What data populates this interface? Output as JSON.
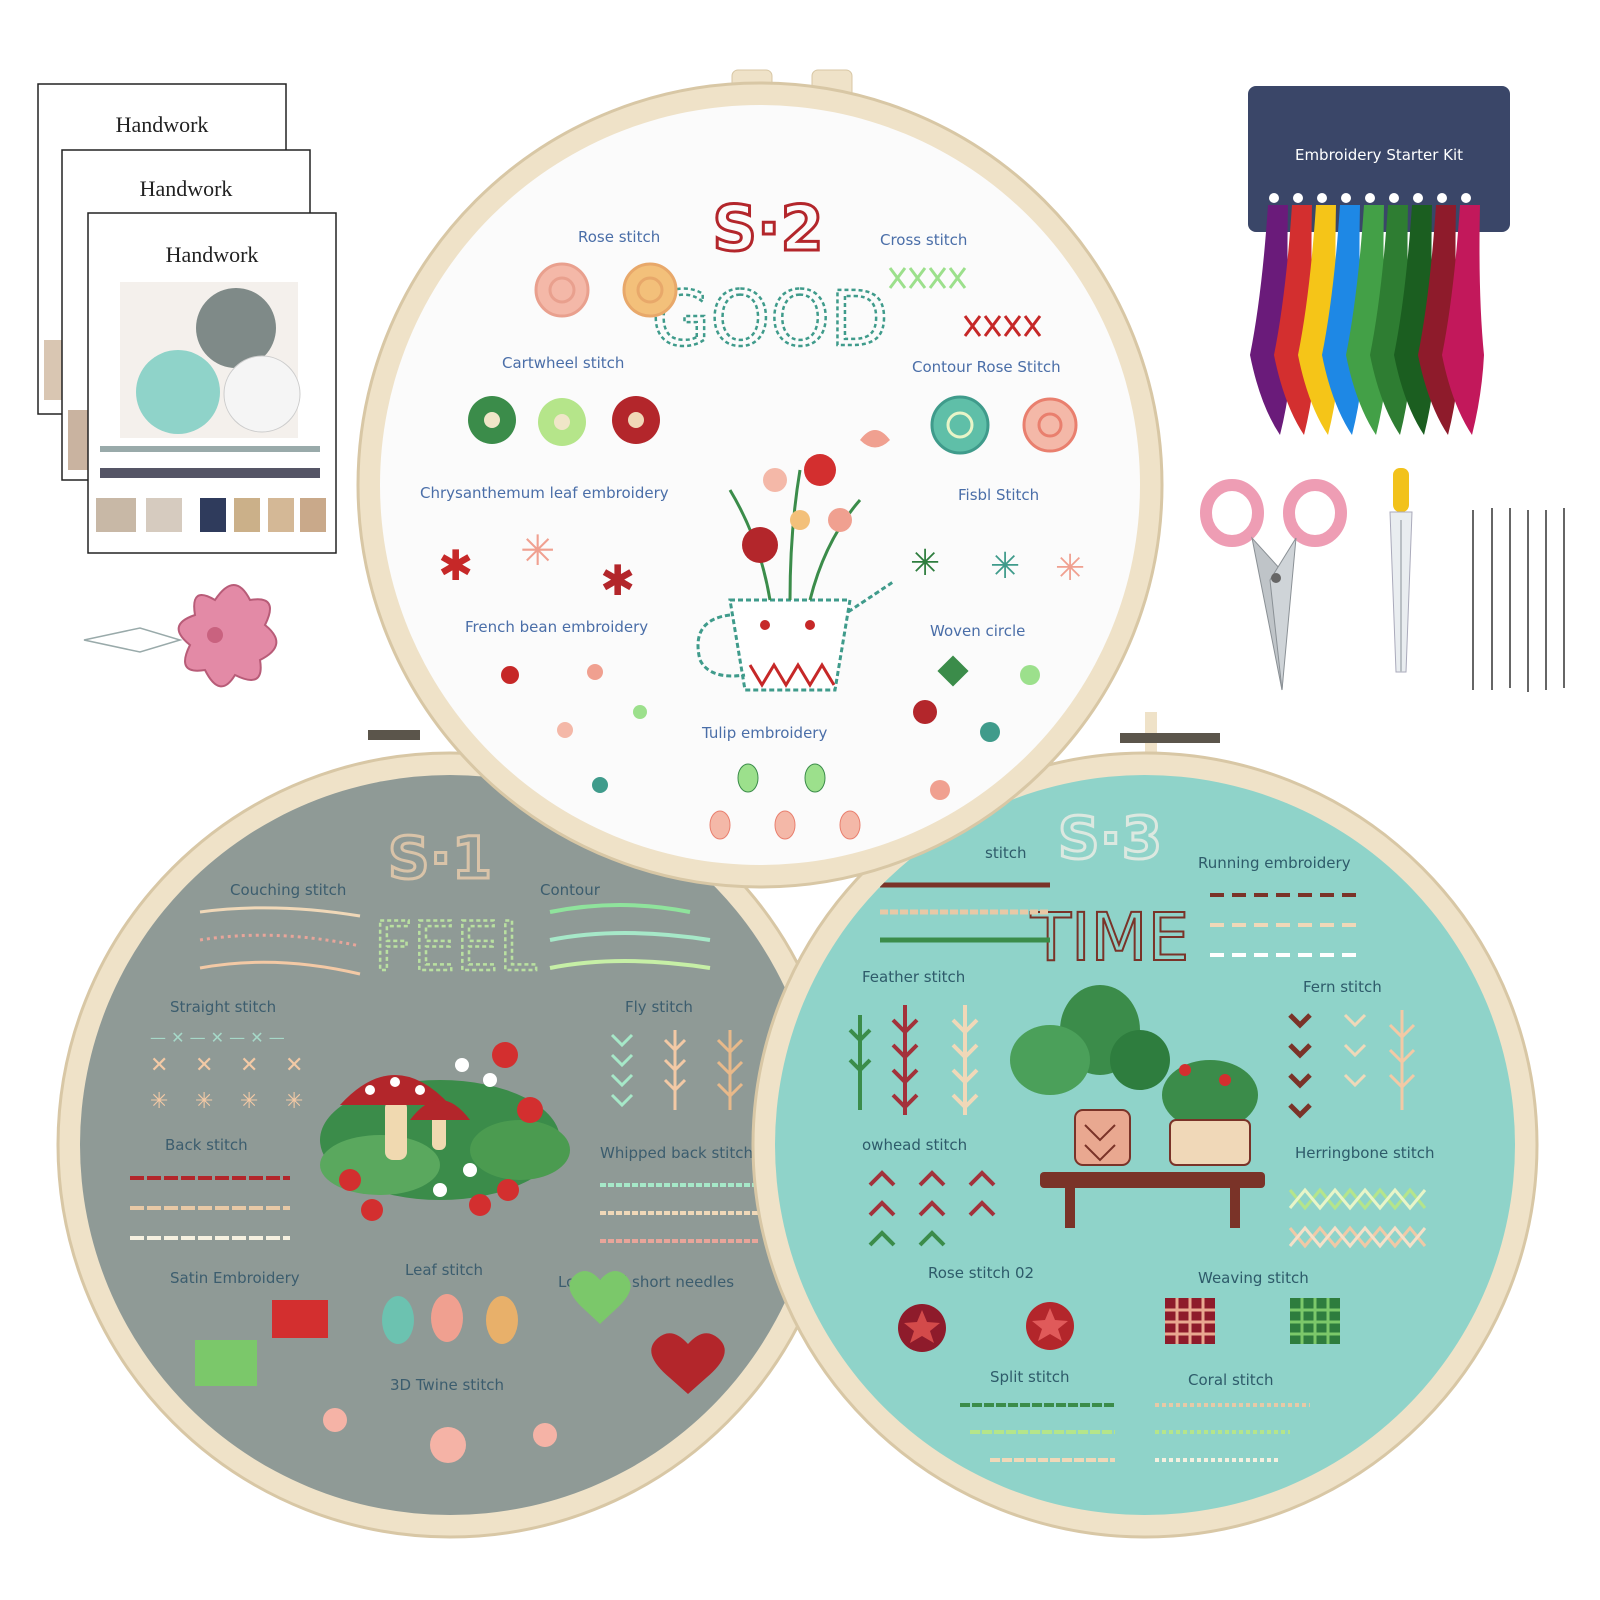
{
  "booklets": [
    {
      "title": "Handwork"
    },
    {
      "title": "Handwork"
    },
    {
      "title": "Handwork"
    }
  ],
  "thread_kit": {
    "label": "Embroidery Starter Kit",
    "thread_colors": [
      "#6a1b7a",
      "#d32f2f",
      "#f5c518",
      "#1e88e5",
      "#43a047",
      "#2e7d32",
      "#1b5e20",
      "#8e1b2b",
      "#c2185b"
    ]
  },
  "hoops": {
    "white": {
      "number": "S·2",
      "word": "GOOD",
      "labels": {
        "rose": "Rose stitch",
        "cross": "Cross stitch",
        "cartwheel": "Cartwheel stitch",
        "contour_rose": "Contour Rose Stitch",
        "chrysanthemum": "Chrysanthemum leaf embroidery",
        "fishbone": "Fisbl Stitch",
        "french_bean": "French bean embroidery",
        "woven_circle": "Woven circle",
        "tulip": "Tulip embroidery"
      }
    },
    "gray": {
      "number": "S·1",
      "word": "FEEL",
      "labels": {
        "couching": "Couching stitch",
        "contour": "Contour",
        "straight": "Straight stitch",
        "fly": "Fly stitch",
        "back": "Back stitch",
        "whipped_back": "Whipped back stitch",
        "satin": "Satin Embroidery",
        "leaf": "Leaf stitch",
        "long_short": "Long and short needles",
        "twine_3d": "3D Twine stitch"
      }
    },
    "teal": {
      "number": "S·3",
      "word": "TIME",
      "labels": {
        "stitch_partial": "stitch",
        "running": "Running embroidery",
        "feather": "Feather stitch",
        "fern": "Fern  stitch",
        "arrowhead": "owhead stitch",
        "herringbone": "Herringbone stitch",
        "rose02": "Rose stitch 02",
        "weaving": "Weaving stitch",
        "split": "Split  stitch",
        "coral": "Coral stitch"
      }
    }
  },
  "colors": {
    "hoop_wood": "#efe2c8",
    "hoop_wood_edge": "#d8c7a5",
    "white_fabric": "#fbfbfb",
    "gray_fabric": "#8f9a96",
    "teal_fabric": "#8fd3c9",
    "text_blue": "#4a6ea8",
    "red_thread": "#b3262b",
    "green_thread": "#3b8c4a",
    "pink_thread": "#e9a08e",
    "kit_card": "#3a4668"
  }
}
